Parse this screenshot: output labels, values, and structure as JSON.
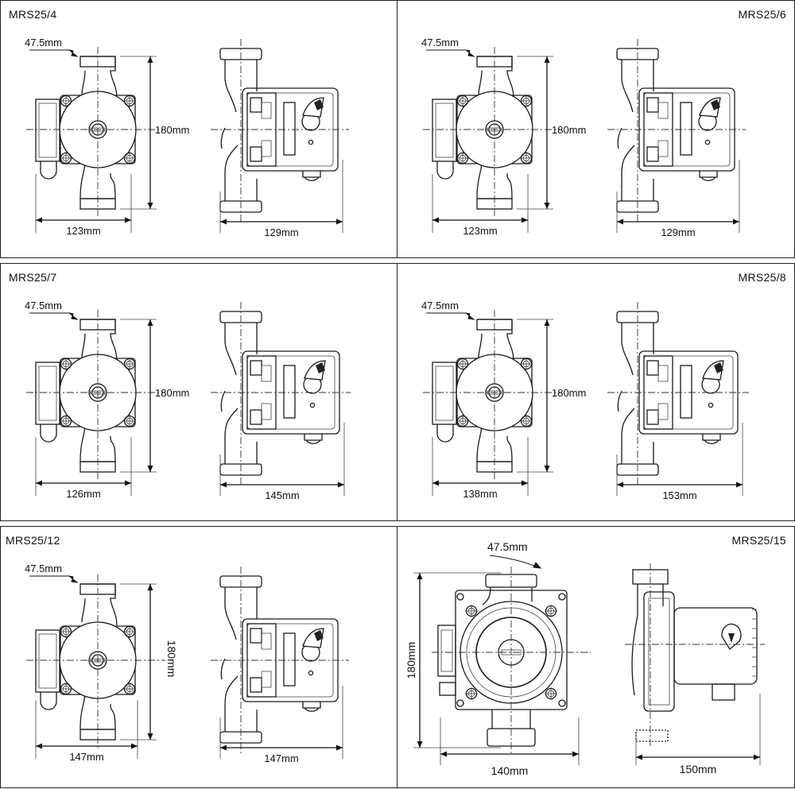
{
  "panels": [
    {
      "title": "MRS25/4",
      "flange": "47.5mm",
      "height": "180mm",
      "front_width": "123mm",
      "side_width": "129mm"
    },
    {
      "title": "MRS25/6",
      "flange": "47.5mm",
      "height": "180mm",
      "front_width": "123mm",
      "side_width": "129mm"
    },
    {
      "title": "MRS25/7",
      "flange": "47.5mm",
      "height": "180mm",
      "front_width": "126mm",
      "side_width": "145mm"
    },
    {
      "title": "MRS25/8",
      "flange": "47.5mm",
      "height": "180mm",
      "front_width": "138mm",
      "side_width": "153mm"
    },
    {
      "title": "MRS25/12",
      "flange": "47.5mm",
      "height": "180mm",
      "front_width": "147mm",
      "side_width": "147mm"
    },
    {
      "title": "MRS25/15",
      "flange": "47.5mm",
      "height": "180mm",
      "front_width": "140mm",
      "side_width": "150mm"
    }
  ]
}
